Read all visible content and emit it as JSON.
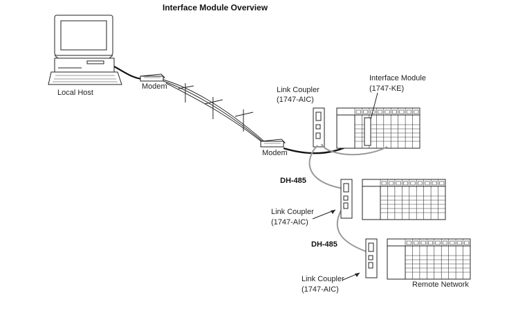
{
  "title": "Interface Module Overview",
  "labels": {
    "local_host": "Local Host",
    "modem_1": "Modem",
    "modem_2": "Modem",
    "link_coupler_1": "Link Coupler",
    "link_coupler_1_part": "(1747-AIC)",
    "interface_module": "Interface Module",
    "interface_module_part": "(1747-KE)",
    "dh485_1": "DH-485",
    "link_coupler_2": "Link Coupler",
    "link_coupler_2_part": "(1747-AIC)",
    "dh485_2": "DH-485",
    "link_coupler_3": "Link Coupler",
    "link_coupler_3_part": "(1747-AIC)",
    "remote_network": "Remote Network"
  }
}
